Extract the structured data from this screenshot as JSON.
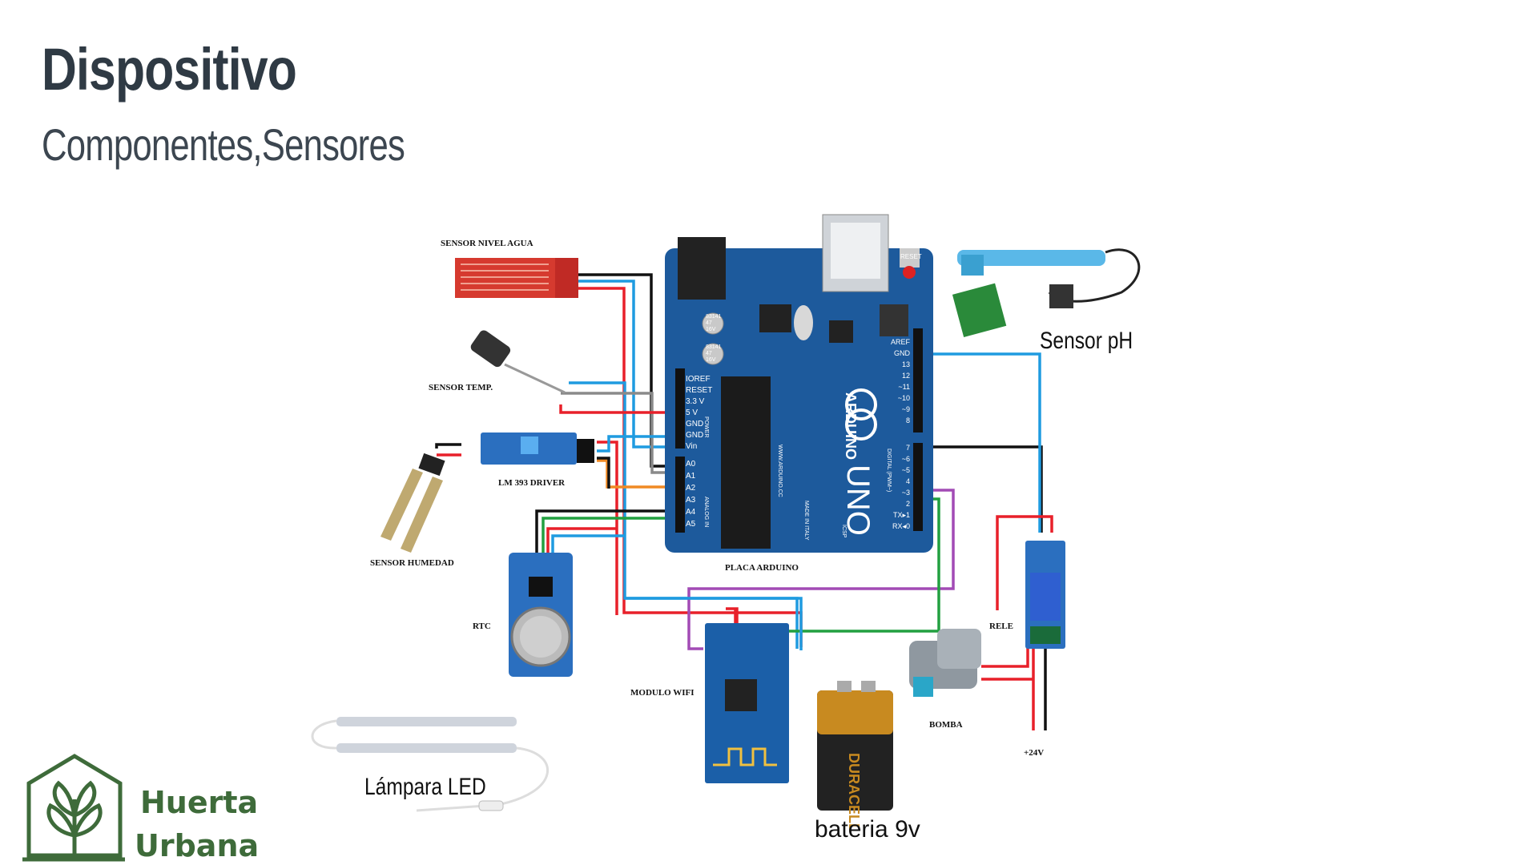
{
  "slide": {
    "title": "Dispositivo",
    "subtitle": "Componentes,Sensores"
  },
  "diagram": {
    "labels": {
      "sensor_nivel_agua": "SENSOR NIVEL AGUA",
      "sensor_temp": "SENSOR TEMP.",
      "lm393": "LM 393 DRIVER",
      "sensor_humedad": "SENSOR  HUMEDAD",
      "rtc": "RTC",
      "placa_arduino": "PLACA ARDUINO",
      "modulo_wifi": "MODULO WIFI",
      "rele": "RELE",
      "bomba": "BOMBA",
      "v24": "+24V",
      "sensor_ph": "Sensor pH",
      "bateria": "bateria 9v",
      "lampara": "Lámpara LED"
    },
    "arduino": {
      "reset": "RESET",
      "brand": "ARDUINO",
      "model": "UNO",
      "power_pins": [
        "IOREF",
        "RESET",
        "3.3 V",
        "5 V",
        "GND",
        "GND",
        "Vin"
      ],
      "analog_pins": [
        "A0",
        "A1",
        "A2",
        "A3",
        "A4",
        "A5"
      ],
      "digital_top": [
        "AREF",
        "GND",
        "13",
        "12",
        "~11",
        "~10",
        "~9",
        "8"
      ],
      "digital_bottom": [
        "7",
        "~6",
        "~5",
        "4",
        "~3",
        "2",
        "TX▸1",
        "RX◂0"
      ],
      "side_power": "POWER",
      "side_analog": "ANALOG IN",
      "side_digital": "DIGITAL (PWM~)",
      "url": "WWW.ARDUINO.CC",
      "made_in": "MADE IN ITALY",
      "icsp": "ICSP",
      "cap_labels": [
        "83141",
        "47",
        "16V"
      ]
    },
    "battery": {
      "text": "DURACELL"
    },
    "colors": {
      "red": "#e8202a",
      "blue": "#1f9be0",
      "black": "#111111",
      "gray": "#8a8a8a",
      "green": "#22a040",
      "purple": "#a24bb5",
      "orange": "#f08a24",
      "board": "#1d5a9c"
    }
  },
  "logo": {
    "line1": "Huerta",
    "line2": "Urbana",
    "icon": "plant-house-icon",
    "color": "#3e6b3a"
  }
}
